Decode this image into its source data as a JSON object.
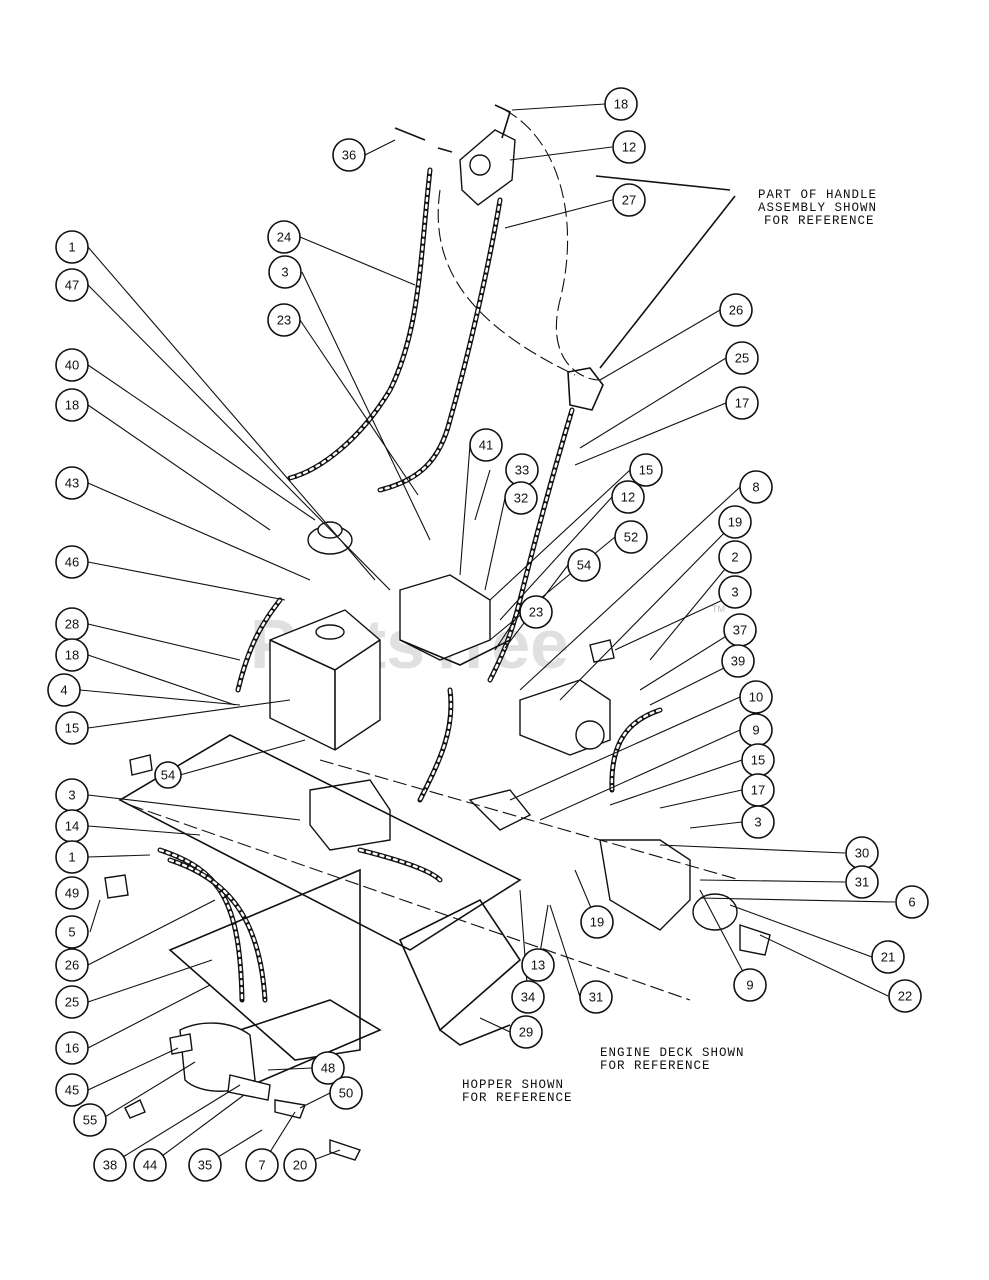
{
  "watermark": {
    "text": "PartsTree",
    "tm": "TM"
  },
  "notes": {
    "handle": [
      "PART OF HANDLE",
      "ASSEMBLY SHOWN",
      "FOR REFERENCE"
    ],
    "engine_deck": [
      "ENGINE DECK SHOWN",
      "FOR REFERENCE"
    ],
    "hopper": [
      "HOPPER SHOWN",
      "FOR REFERENCE"
    ]
  },
  "callouts": [
    {
      "label": "18"
    },
    {
      "label": "12"
    },
    {
      "label": "36"
    },
    {
      "label": "27"
    },
    {
      "label": "24"
    },
    {
      "label": "1"
    },
    {
      "label": "3"
    },
    {
      "label": "47"
    },
    {
      "label": "23"
    },
    {
      "label": "26"
    },
    {
      "label": "25"
    },
    {
      "label": "17"
    },
    {
      "label": "40"
    },
    {
      "label": "18"
    },
    {
      "label": "41"
    },
    {
      "label": "33"
    },
    {
      "label": "15"
    },
    {
      "label": "32"
    },
    {
      "label": "12"
    },
    {
      "label": "8"
    },
    {
      "label": "43"
    },
    {
      "label": "52"
    },
    {
      "label": "19"
    },
    {
      "label": "46"
    },
    {
      "label": "54"
    },
    {
      "label": "2"
    },
    {
      "label": "28"
    },
    {
      "label": "23"
    },
    {
      "label": "3"
    },
    {
      "label": "37"
    },
    {
      "label": "18"
    },
    {
      "label": "39"
    },
    {
      "label": "4"
    },
    {
      "label": "10"
    },
    {
      "label": "15"
    },
    {
      "label": "54"
    },
    {
      "label": "9"
    },
    {
      "label": "15"
    },
    {
      "label": "3"
    },
    {
      "label": "17"
    },
    {
      "label": "14"
    },
    {
      "label": "3"
    },
    {
      "label": "1"
    },
    {
      "label": "30"
    },
    {
      "label": "49"
    },
    {
      "label": "31"
    },
    {
      "label": "6"
    },
    {
      "label": "5"
    },
    {
      "label": "19"
    },
    {
      "label": "26"
    },
    {
      "label": "21"
    },
    {
      "label": "13"
    },
    {
      "label": "25"
    },
    {
      "label": "34"
    },
    {
      "label": "31"
    },
    {
      "label": "9"
    },
    {
      "label": "22"
    },
    {
      "label": "16"
    },
    {
      "label": "29"
    },
    {
      "label": "48"
    },
    {
      "label": "45"
    },
    {
      "label": "50"
    },
    {
      "label": "55"
    },
    {
      "label": "38"
    },
    {
      "label": "44"
    },
    {
      "label": "35"
    },
    {
      "label": "7"
    },
    {
      "label": "20"
    }
  ]
}
